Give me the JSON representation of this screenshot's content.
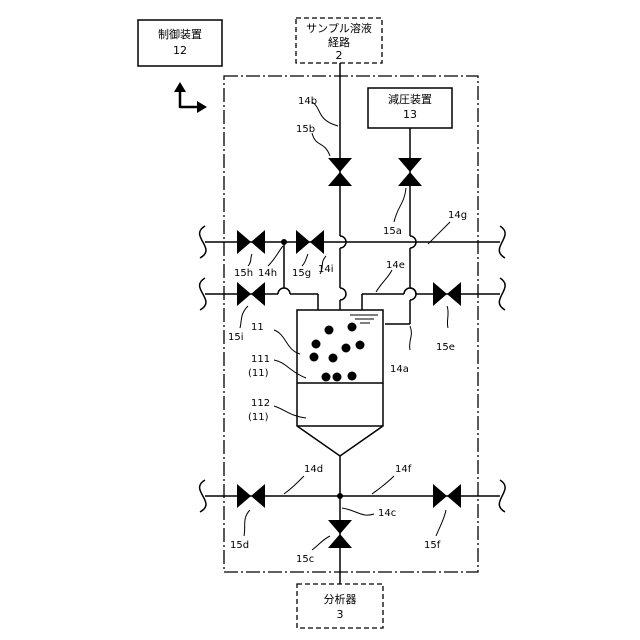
{
  "boxes": {
    "controller_label": "制御装置",
    "controller_num": "12",
    "sample_path_line1": "サンプル溶液",
    "sample_path_line2": "経路",
    "sample_path_num": "2",
    "decompressor_label": "減圧装置",
    "decompressor_num": "13",
    "analyzer_label": "分析器",
    "analyzer_num": "3"
  },
  "labels": {
    "l14b": "14b",
    "l15b": "15b",
    "l15a": "15a",
    "l14g": "14g",
    "l15h": "15h",
    "l14h": "14h",
    "l15g": "15g",
    "l14i": "14i",
    "l14e": "14e",
    "l15i": "15i",
    "l11": "11",
    "l111": "111",
    "l111b": "(11)",
    "l15e": "15e",
    "l14a": "14a",
    "l112": "112",
    "l112b": "(11)",
    "l14d": "14d",
    "l14f": "14f",
    "l14c": "14c",
    "l15d": "15d",
    "l15c": "15c",
    "l15f": "15f"
  },
  "icons": {
    "direction": "corner-arrow-icon"
  }
}
